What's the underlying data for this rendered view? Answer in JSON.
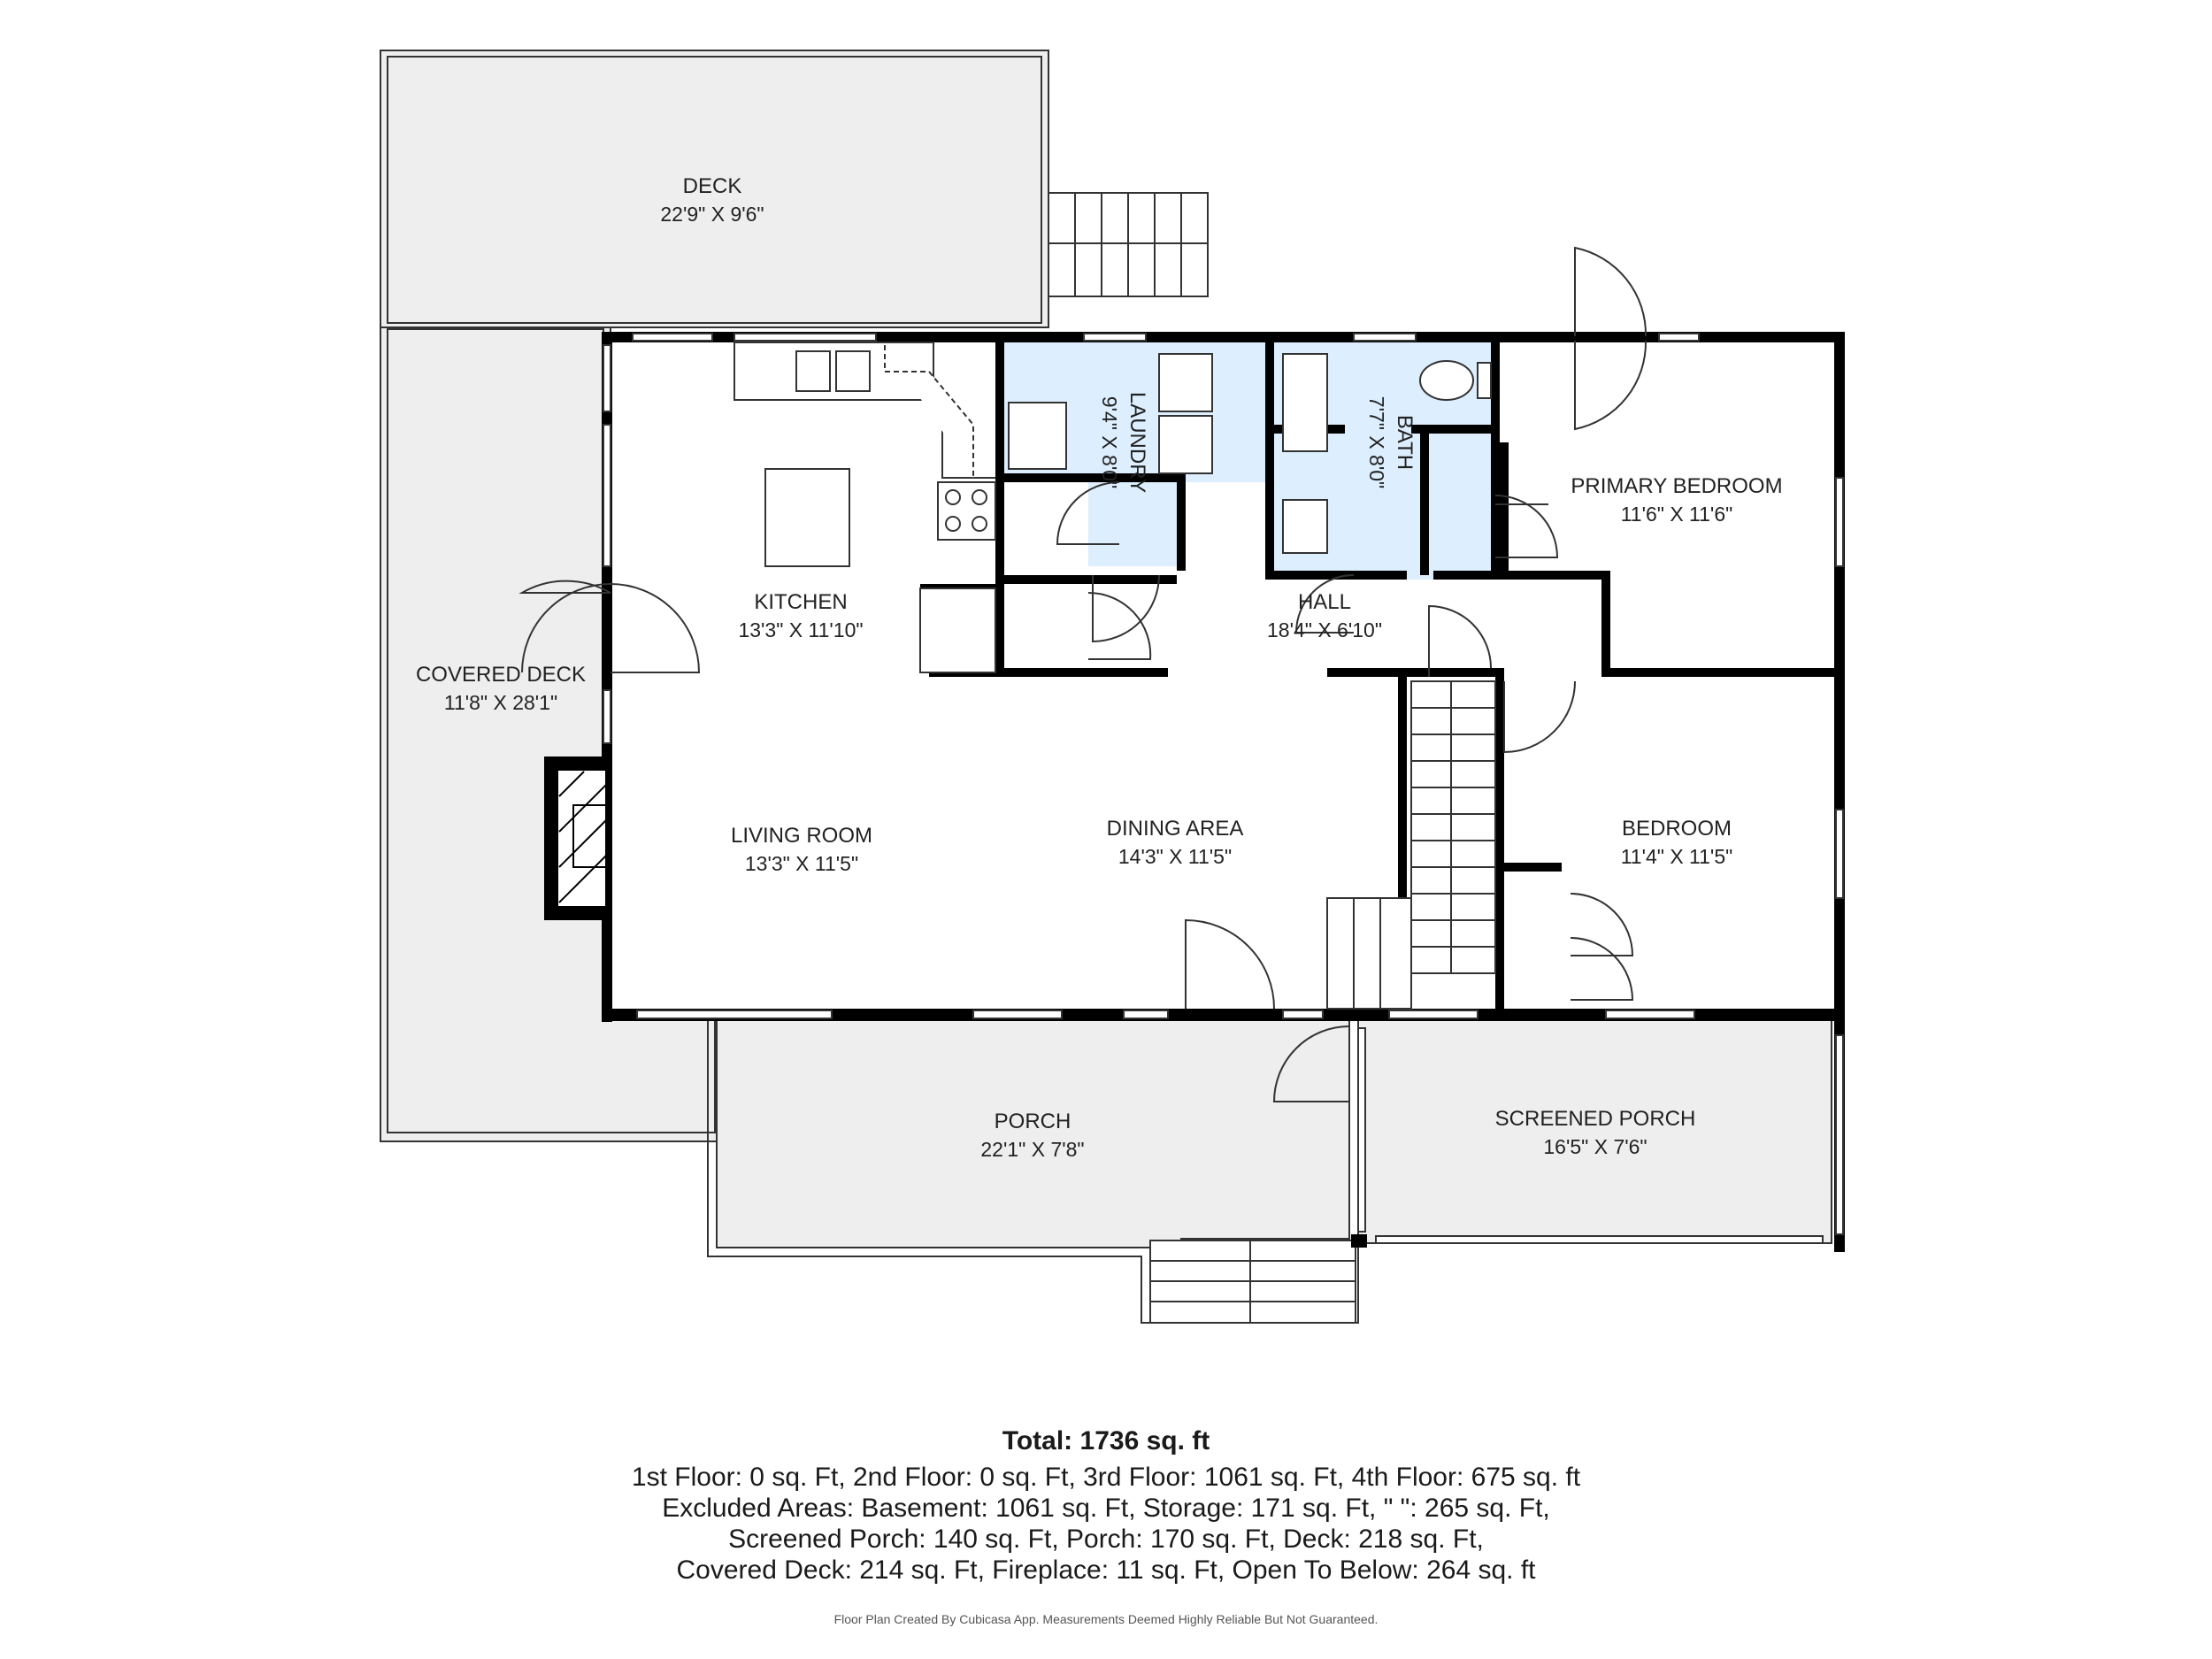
{
  "rooms": {
    "deck": {
      "name": "DECK",
      "dim": "22'9\" X 9'6\""
    },
    "covered_deck": {
      "name": "COVERED DECK",
      "dim": "11'8\" X 28'1\""
    },
    "kitchen": {
      "name": "KITCHEN",
      "dim": "13'3\" X 11'10\""
    },
    "laundry": {
      "name": "LAUNDRY",
      "dim": "9'4\" X 8'0\""
    },
    "bath": {
      "name": "BATH",
      "dim": "7'7\" X 8'0\""
    },
    "hall": {
      "name": "HALL",
      "dim": "18'4\" X 6'10\""
    },
    "primary_bedroom": {
      "name": "PRIMARY BEDROOM",
      "dim": "11'6\" X 11'6\""
    },
    "living_room": {
      "name": "LIVING ROOM",
      "dim": "13'3\" X 11'5\""
    },
    "dining_area": {
      "name": "DINING AREA",
      "dim": "14'3\" X 11'5\""
    },
    "bedroom": {
      "name": "BEDROOM",
      "dim": "11'4\" X 11'5\""
    },
    "porch": {
      "name": "PORCH",
      "dim": "22'1\" X 7'8\""
    },
    "screened_porch": {
      "name": "SCREENED PORCH",
      "dim": "16'5\" X 7'6\""
    }
  },
  "summary": {
    "total": "Total: 1736 sq. ft",
    "line1": "1st Floor: 0 sq. Ft, 2nd Floor: 0 sq. Ft, 3rd Floor: 1061 sq. Ft, 4th Floor: 675 sq. ft",
    "line2": "Excluded Areas: Basement: 1061 sq. Ft, Storage: 171 sq. Ft, \" \": 265 sq. Ft,",
    "line3": "Screened Porch: 140 sq. Ft, Porch: 170 sq. Ft, Deck: 218 sq. Ft,",
    "line4": "Covered Deck: 214 sq. Ft, Fireplace: 11 sq. Ft, Open To Below: 264 sq. ft",
    "disclaimer": "Floor Plan Created By Cubicasa App. Measurements Deemed Highly Reliable But Not Guaranteed."
  },
  "colors": {
    "wall": "#000000",
    "exterior_area": "#eeeeee",
    "wet_room": "#ddeeff",
    "interior": "#ffffff"
  }
}
